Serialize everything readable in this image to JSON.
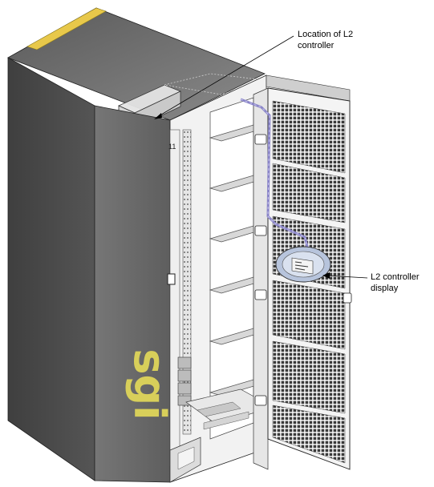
{
  "callouts": {
    "l2_location": {
      "line1": "Location of L2",
      "line2": "controller"
    },
    "l2_display": {
      "line1": "L2 controller",
      "line2": "display"
    }
  },
  "logo": {
    "text": "sgi",
    "color": "#d8cf5a"
  },
  "colors": {
    "top_accent": "#e8c84a",
    "cable": "#8a85c8",
    "cabinet_front": "#6c6c6c",
    "cabinet_side": "#4d4d4d",
    "door_mesh": "#3a3a3a",
    "display_badge": "#b7c4dc"
  }
}
